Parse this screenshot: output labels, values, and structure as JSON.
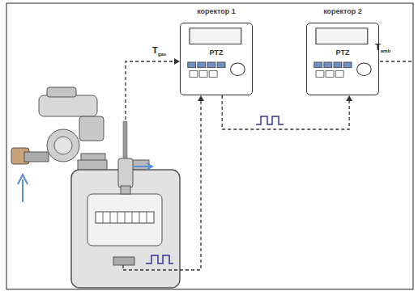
{
  "diagram": {
    "nodes": [
      {
        "text": [
          "коректор 1",
          "PTZ"
        ]
      },
      {
        "text": [
          "коректор 2",
          "PTZ"
        ]
      }
    ],
    "edges": [
      {
        "from": 0,
        "to": 1,
        "arrow": "to"
      }
    ],
    "labels": [
      "T",
      "gas",
      "T",
      "amb"
    ]
  }
}
